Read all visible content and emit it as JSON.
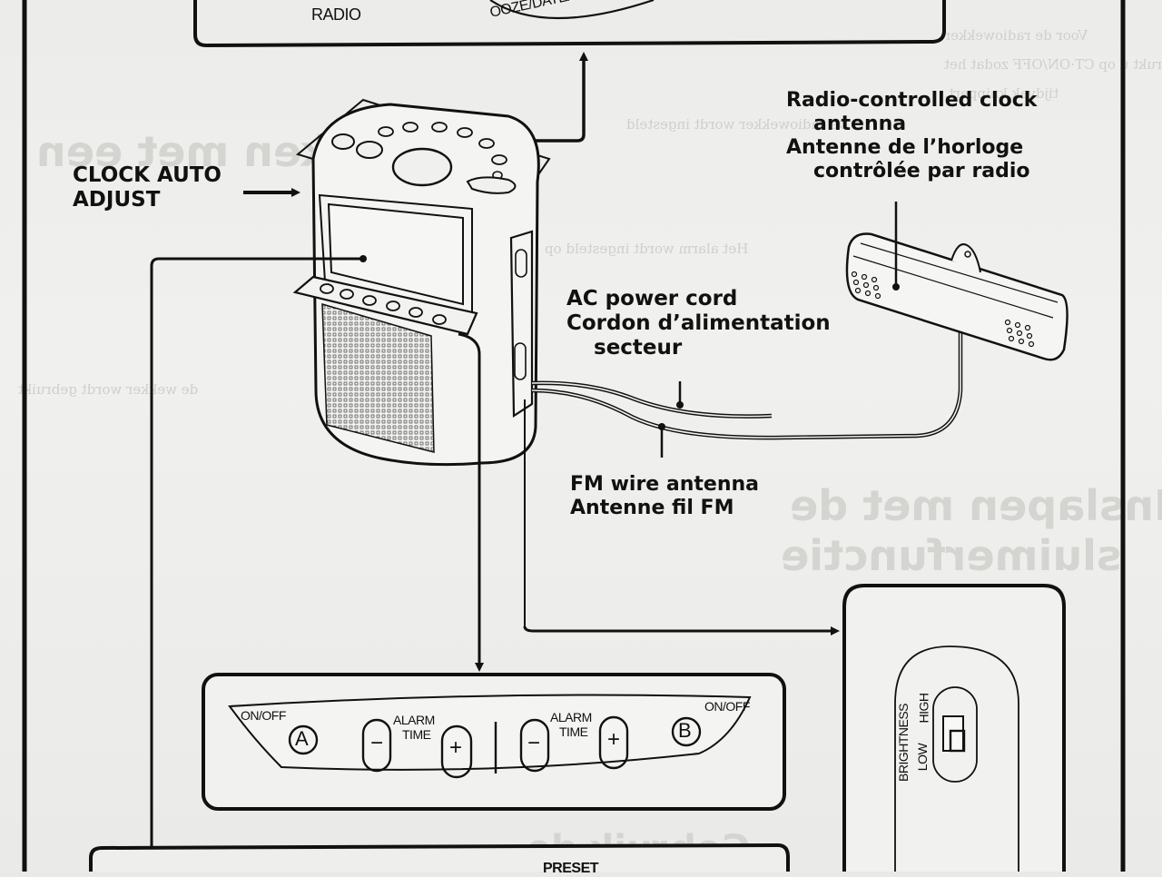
{
  "page": {
    "type": "scanned instruction manual page",
    "background_color": "#ecece9",
    "ink_color": "#111111"
  },
  "top_panel": {
    "radio_label": "RADIO",
    "arc_label": "OOZE/DATE/SLEEP O"
  },
  "callouts": {
    "clock_auto_adjust": [
      "CLOCK AUTO",
      "ADJUST"
    ],
    "rc_antenna": [
      "Radio-controlled clock",
      "antenna",
      "Antenne de l’horloge",
      "contrôlée par radio"
    ],
    "ac_power_cord": [
      "AC power cord",
      "Cordon d’alimentation",
      "secteur"
    ],
    "fm_wire_antenna": [
      "FM wire antenna",
      "Antenne fil FM"
    ]
  },
  "alarm_panel": {
    "left": {
      "onoff_label": "ON/OFF",
      "button_letter": "A",
      "minus": "−",
      "alarm_label": "ALARM",
      "time_label": "TIME",
      "plus": "+"
    },
    "right": {
      "minus": "−",
      "alarm_label": "ALARM",
      "time_label": "TIME",
      "plus": "+",
      "button_letter": "B",
      "onoff_label": "ON/OFF"
    }
  },
  "brightness_panel": {
    "title": "BRIGHTNESS",
    "low": "LOW",
    "high": "HIGH"
  },
  "bottom_panel": {
    "partial_label": "PRESET"
  },
  "bleed_through": {
    "heading_1": "Inslapen met de",
    "heading_2": "sluimerfunctie",
    "heading_3": "Wekken met een",
    "heading_4": "Gebruik de",
    "text_lines": [
      "Voor de radiowekker",
      "Drukt u op CT·ON/OFF zodat het",
      "tijdvak knippert.",
      "De radiowekker wordt ingesteld",
      "Het alarm wordt ingesteld op",
      "de wekker wordt gebruikt"
    ]
  }
}
